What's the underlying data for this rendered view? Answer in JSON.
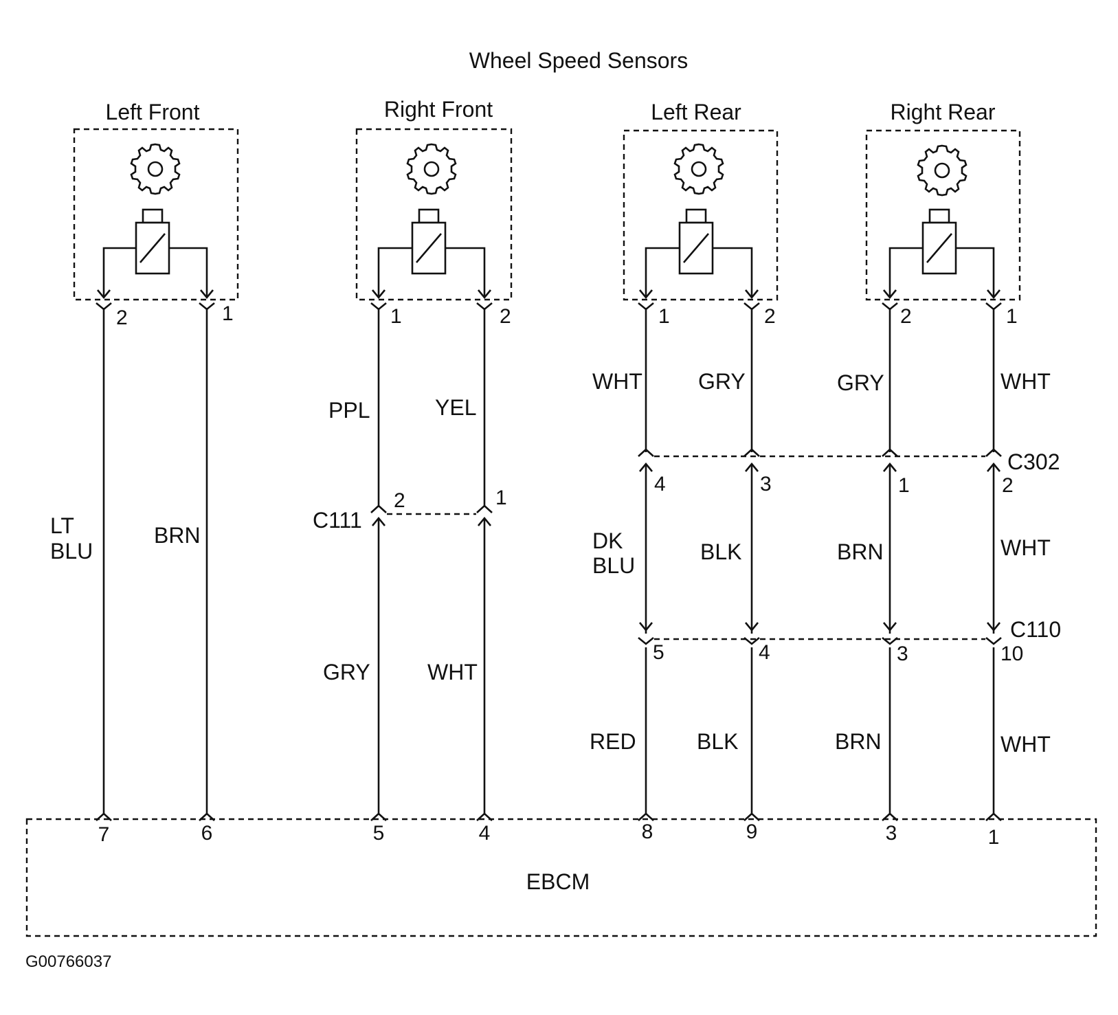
{
  "title": "Wheel Speed Sensors",
  "sensors": [
    {
      "label": "Left Front",
      "left_pin": "2",
      "right_pin": "1"
    },
    {
      "label": "Right Front",
      "left_pin": "1",
      "right_pin": "2"
    },
    {
      "label": "Left Rear",
      "left_pin": "1",
      "right_pin": "2"
    },
    {
      "label": "Right Rear",
      "left_pin": "2",
      "right_pin": "1"
    }
  ],
  "wires": {
    "lf_left": {
      "line1": "LT",
      "line2": "BLU"
    },
    "lf_right": "BRN",
    "rf_left_top": "PPL",
    "rf_right_top": "YEL",
    "rf_left_bottom": "GRY",
    "rf_right_bottom": "WHT",
    "lr_left_top": "WHT",
    "lr_right_top": "GRY",
    "rr_left_top": "GRY",
    "rr_right_top": "WHT",
    "lr_left_mid": {
      "line1": "DK",
      "line2": "BLU"
    },
    "lr_right_mid": "BLK",
    "rr_left_mid": "BRN",
    "rr_right_mid": "WHT",
    "lr_left_bottom": "RED",
    "lr_right_bottom": "BLK",
    "rr_left_bottom": "BRN",
    "rr_right_bottom": "WHT"
  },
  "connectors": {
    "c111": {
      "name": "C111",
      "pins": [
        "2",
        "1"
      ]
    },
    "c302": {
      "name": "C302",
      "pins": [
        "4",
        "3",
        "1",
        "2"
      ]
    },
    "c110": {
      "name": "C110",
      "pins": [
        "5",
        "4",
        "3",
        "10"
      ]
    }
  },
  "module": {
    "name": "EBCM",
    "pins": [
      "7",
      "6",
      "5",
      "4",
      "8",
      "9",
      "3",
      "1"
    ]
  },
  "figure_code": "G00766037"
}
